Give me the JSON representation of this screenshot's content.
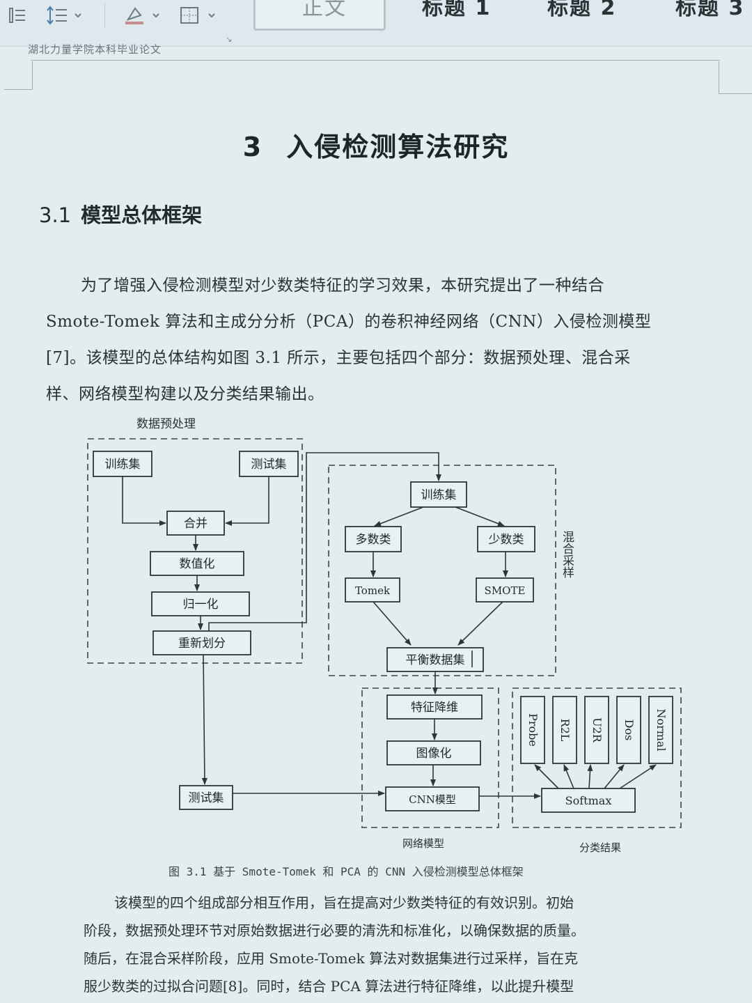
{
  "toolbar": {
    "styles": [
      "正文",
      "标题 1",
      "标题 2",
      "标题 3"
    ]
  },
  "document": {
    "header_text": "湖北力量学院本科毕业论文",
    "chapter": {
      "number": "3",
      "title": "入侵检测算法研究"
    },
    "section": {
      "number": "3.1",
      "title": "模型总体框架"
    },
    "paragraph1": [
      "为了增强入侵检测模型对少数类特征的学习效果，本研究提出了一种结合",
      "Smote-Tomek 算法和主成分分析（PCA）的卷积神经网络（CNN）入侵检测模型",
      "[7]。该模型的总体结构如图 3.1 所示，主要包括四个部分：数据预处理、混合采",
      "样、网络模型构建以及分类结果输出。"
    ],
    "figure": {
      "groups": {
        "preprocess": "数据预处理",
        "sampling": "混合采样",
        "network": "网络模型",
        "classification": "分类结果"
      },
      "nodes": {
        "train_set": "训练集",
        "test_set": "测试集",
        "merge": "合并",
        "numeric": "数值化",
        "normalize": "归一化",
        "resplit": "重新划分",
        "train_set2": "训练集",
        "majority": "多数类",
        "minority": "少数类",
        "tomek": "Tomek",
        "smote": "SMOTE",
        "balanced": "平衡数据集",
        "feature_reduction": "特征降维",
        "imaging": "图像化",
        "cnn": "CNN模型",
        "test_set2": "测试集",
        "softmax": "Softmax"
      },
      "classes": [
        "Probe",
        "R2L",
        "U2R",
        "Dos",
        "Normal"
      ],
      "caption": "图 3.1  基于 Smote-Tomek 和 PCA 的 CNN 入侵检测模型总体框架"
    },
    "paragraph2": [
      "该模型的四个组成部分相互作用，旨在提高对少数类特征的有效识别。初始",
      "阶段，数据预处理环节对原始数据进行必要的清洗和标准化，以确保数据的质量。",
      "随后，在混合采样阶段，应用 Smote-Tomek 算法对数据集进行过采样，旨在克",
      "服少数类的过拟合问题[8]。同时，结合 PCA 算法进行特征降维，以此提升模型"
    ]
  }
}
